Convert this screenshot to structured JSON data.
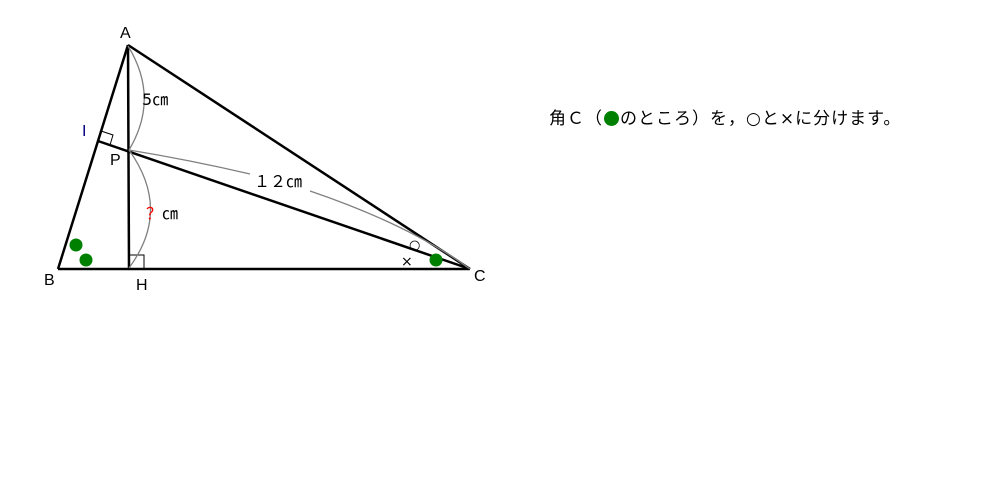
{
  "points": {
    "A": "A",
    "B": "B",
    "C": "C",
    "H": "H",
    "P": "P",
    "I": "I"
  },
  "measures": {
    "ap": "5",
    "pc": "１２",
    "ph_unknown": "？",
    "unit": "㎝"
  },
  "marks": {
    "circle": "○",
    "cross": "×"
  },
  "caption": {
    "before": "角Ｃ（",
    "after": "のところ）を，○と×に分けます。"
  },
  "colors": {
    "dot": "#008000",
    "unknown": "#ff0000",
    "arc": "#808080"
  }
}
